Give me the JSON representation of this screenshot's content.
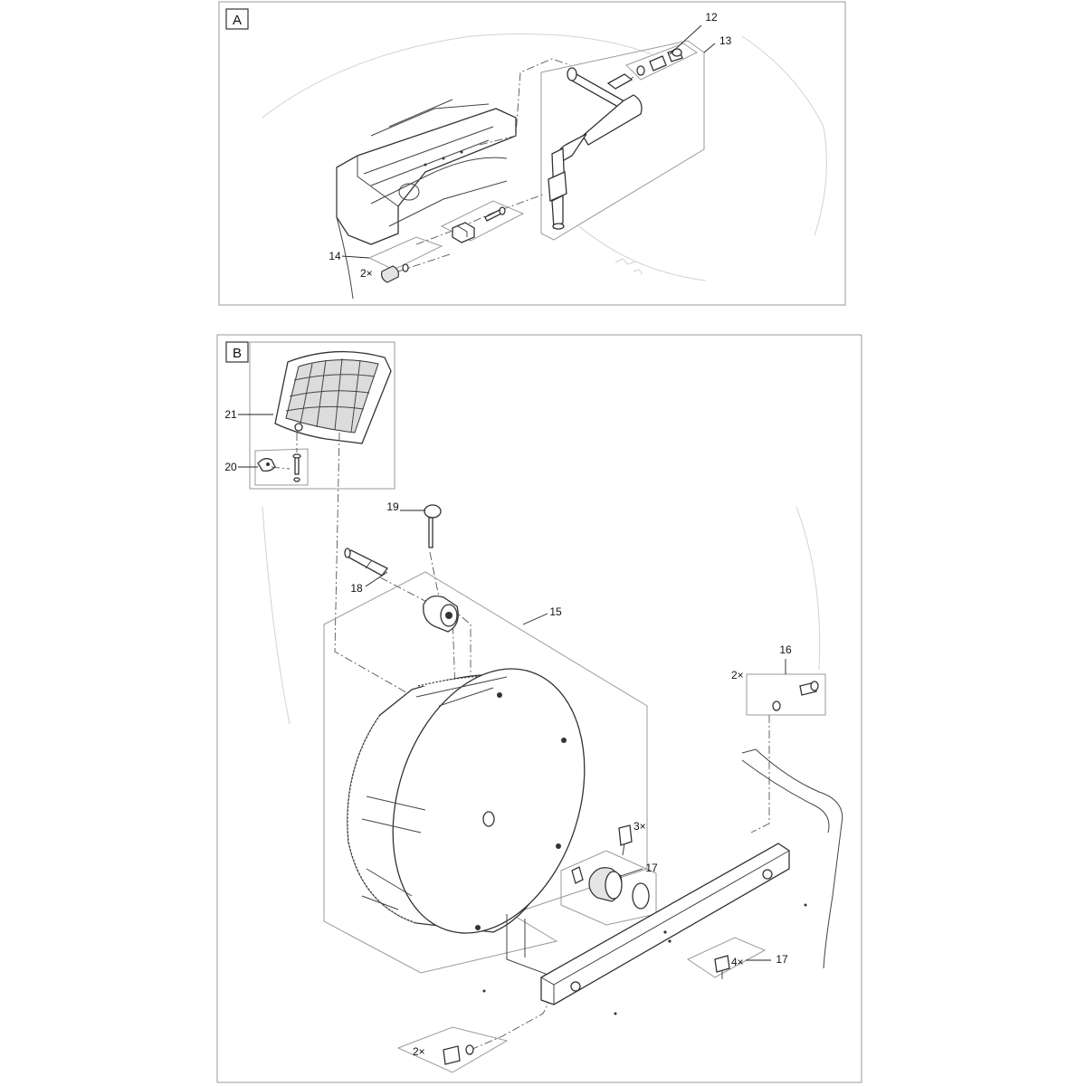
{
  "panels": [
    {
      "id": "A",
      "label": "A"
    },
    {
      "id": "B",
      "label": "B"
    }
  ],
  "callouts": {
    "p12": "12",
    "p13": "13",
    "p14": "14",
    "p14_qty": "2×",
    "p15": "15",
    "p16": "16",
    "p16_qty": "2×",
    "p17a": "17",
    "p17a_qty": "3×",
    "p17b": "17",
    "p17b_qty": "4×",
    "p18": "18",
    "p19": "19",
    "p20": "20",
    "p21": "21",
    "bottom_qty": "2×"
  }
}
